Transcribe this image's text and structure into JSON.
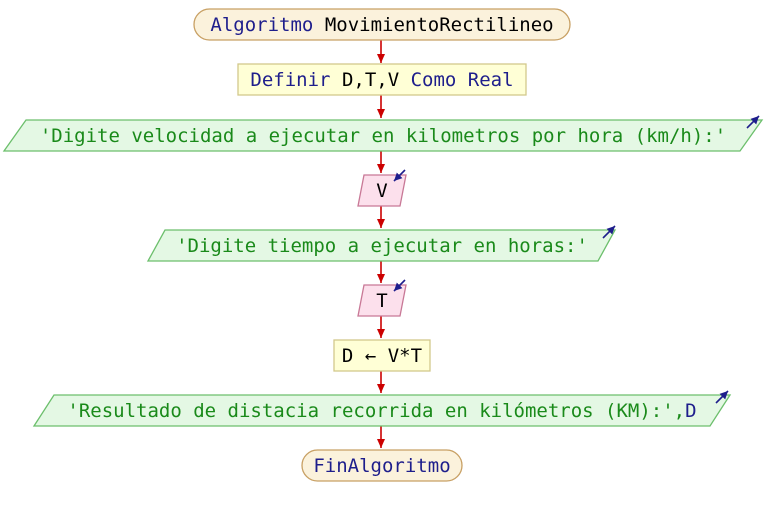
{
  "flowchart": {
    "start": {
      "keyword": "Algoritmo",
      "name": "MovimientoRectilineo"
    },
    "define": {
      "keyword": "Definir",
      "vars": "D,T,V",
      "type_keyword": "Como Real"
    },
    "output1": {
      "text": "'Digite velocidad a ejecutar en kilometros por hora (km/h):'"
    },
    "input1": {
      "var": "V"
    },
    "output2": {
      "text": "'Digite tiempo a ejecutar en horas:'"
    },
    "input2": {
      "var": "T"
    },
    "assign": {
      "target": "D",
      "arrow": "←",
      "expr": "V*T"
    },
    "output3": {
      "text": "'Resultado de distacia recorrida en kilómetros (KM):'",
      "sep": ",",
      "var": "D"
    },
    "end": {
      "keyword": "FinAlgoritmo"
    }
  },
  "colors": {
    "terminal_fill": "#fbf2dc",
    "terminal_stroke": "#c8a064",
    "process_fill": "#ffffd6",
    "process_stroke": "#d2c88c",
    "output_fill": "#e4f8e4",
    "output_stroke": "#6cbf6c",
    "input_fill": "#fce0ec",
    "input_stroke": "#c87896",
    "connector": "#cc0000",
    "keyword": "#1e1e8c",
    "string": "#1a8a1a"
  }
}
